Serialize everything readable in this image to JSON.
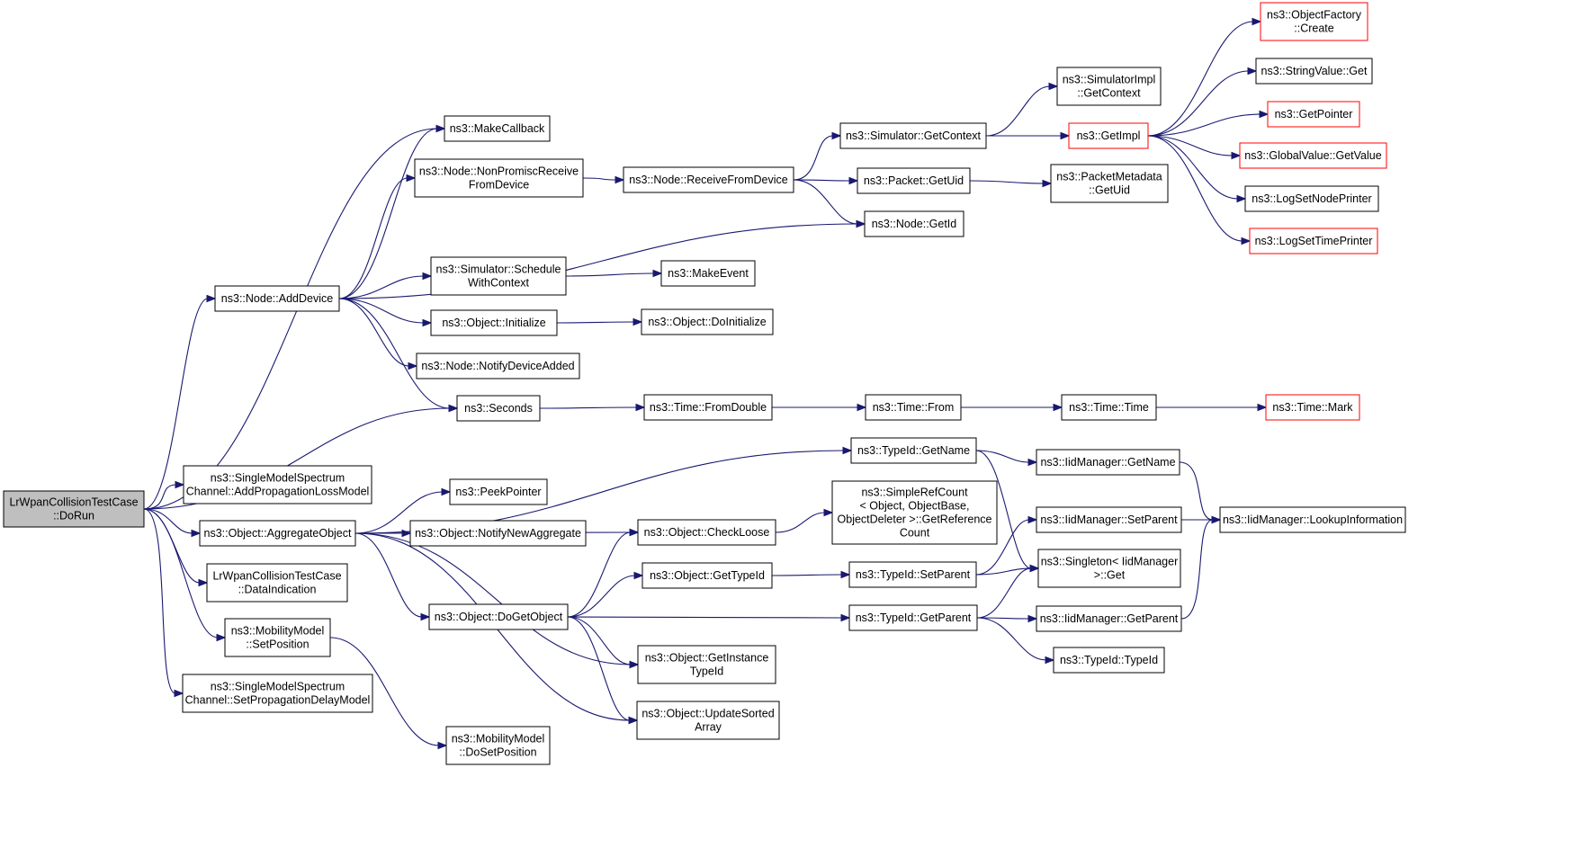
{
  "nodes": [
    {
      "id": "root",
      "lines": [
        "LrWpanCollisionTestCase",
        "::DoRun"
      ],
      "style": "root"
    },
    {
      "id": "makecallback",
      "lines": [
        "ns3::MakeCallback"
      ],
      "style": "normal"
    },
    {
      "id": "nonpromisc",
      "lines": [
        "ns3::Node::NonPromiscReceive",
        "FromDevice"
      ],
      "style": "normal"
    },
    {
      "id": "adddevice",
      "lines": [
        "ns3::Node::AddDevice"
      ],
      "style": "normal"
    },
    {
      "id": "schedwithctx",
      "lines": [
        "ns3::Simulator::Schedule",
        "WithContext"
      ],
      "style": "normal"
    },
    {
      "id": "objinit",
      "lines": [
        "ns3::Object::Initialize"
      ],
      "style": "normal"
    },
    {
      "id": "notifydev",
      "lines": [
        "ns3::Node::NotifyDeviceAdded"
      ],
      "style": "normal"
    },
    {
      "id": "seconds",
      "lines": [
        "ns3::Seconds"
      ],
      "style": "normal"
    },
    {
      "id": "addproploss",
      "lines": [
        "ns3::SingleModelSpectrum",
        "Channel::AddPropagationLossModel"
      ],
      "style": "normal"
    },
    {
      "id": "aggregate",
      "lines": [
        "ns3::Object::AggregateObject"
      ],
      "style": "normal"
    },
    {
      "id": "peekpointer",
      "lines": [
        "ns3::PeekPointer"
      ],
      "style": "normal"
    },
    {
      "id": "notifynewagg",
      "lines": [
        "ns3::Object::NotifyNewAggregate"
      ],
      "style": "normal"
    },
    {
      "id": "dataind",
      "lines": [
        "LrWpanCollisionTestCase",
        "::DataIndication"
      ],
      "style": "normal"
    },
    {
      "id": "setposition",
      "lines": [
        "ns3::MobilityModel",
        "::SetPosition"
      ],
      "style": "normal"
    },
    {
      "id": "setpropdelay",
      "lines": [
        "ns3::SingleModelSpectrum",
        "Channel::SetPropagationDelayModel"
      ],
      "style": "normal"
    },
    {
      "id": "dosetposition",
      "lines": [
        "ns3::MobilityModel",
        "::DoSetPosition"
      ],
      "style": "normal"
    },
    {
      "id": "recvfromdev",
      "lines": [
        "ns3::Node::ReceiveFromDevice"
      ],
      "style": "normal"
    },
    {
      "id": "makeevent",
      "lines": [
        "ns3::MakeEvent"
      ],
      "style": "normal"
    },
    {
      "id": "doinit",
      "lines": [
        "ns3::Object::DoInitialize"
      ],
      "style": "normal"
    },
    {
      "id": "fromdouble",
      "lines": [
        "ns3::Time::FromDouble"
      ],
      "style": "normal"
    },
    {
      "id": "checkloose",
      "lines": [
        "ns3::Object::CheckLoose"
      ],
      "style": "normal"
    },
    {
      "id": "gettypeid",
      "lines": [
        "ns3::Object::GetTypeId"
      ],
      "style": "normal"
    },
    {
      "id": "dogetobject",
      "lines": [
        "ns3::Object::DoGetObject"
      ],
      "style": "normal"
    },
    {
      "id": "getinsttypeid",
      "lines": [
        "ns3::Object::GetInstance",
        "TypeId"
      ],
      "style": "normal"
    },
    {
      "id": "updatesorted",
      "lines": [
        "ns3::Object::UpdateSorted",
        "Array"
      ],
      "style": "normal"
    },
    {
      "id": "simgetctx",
      "lines": [
        "ns3::Simulator::GetContext"
      ],
      "style": "normal"
    },
    {
      "id": "packetuid",
      "lines": [
        "ns3::Packet::GetUid"
      ],
      "style": "normal"
    },
    {
      "id": "nodegetid",
      "lines": [
        "ns3::Node::GetId"
      ],
      "style": "normal"
    },
    {
      "id": "timefrom",
      "lines": [
        "ns3::Time::From"
      ],
      "style": "normal"
    },
    {
      "id": "typeidgetname",
      "lines": [
        "ns3::TypeId::GetName"
      ],
      "style": "normal"
    },
    {
      "id": "simplerefcount",
      "lines": [
        "ns3::SimpleRefCount",
        "< Object, ObjectBase,",
        "ObjectDeleter >::GetReference",
        "Count"
      ],
      "style": "normal"
    },
    {
      "id": "typeidsetparent",
      "lines": [
        "ns3::TypeId::SetParent"
      ],
      "style": "normal"
    },
    {
      "id": "typeidgetparent",
      "lines": [
        "ns3::TypeId::GetParent"
      ],
      "style": "normal"
    },
    {
      "id": "simimplctx",
      "lines": [
        "ns3::SimulatorImpl",
        "::GetContext"
      ],
      "style": "normal"
    },
    {
      "id": "getimpl",
      "lines": [
        "ns3::GetImpl"
      ],
      "style": "red"
    },
    {
      "id": "pktmeta",
      "lines": [
        "ns3::PacketMetadata",
        "::GetUid"
      ],
      "style": "normal"
    },
    {
      "id": "timetime",
      "lines": [
        "ns3::Time::Time"
      ],
      "style": "normal"
    },
    {
      "id": "iidgetname",
      "lines": [
        "ns3::IidManager::GetName"
      ],
      "style": "normal"
    },
    {
      "id": "iidsetparent",
      "lines": [
        "ns3::IidManager::SetParent"
      ],
      "style": "normal"
    },
    {
      "id": "singletonget",
      "lines": [
        "ns3::Singleton< IidManager",
        ">::Get"
      ],
      "style": "normal"
    },
    {
      "id": "iidgetparent",
      "lines": [
        "ns3::IidManager::GetParent"
      ],
      "style": "normal"
    },
    {
      "id": "typeidtypeid",
      "lines": [
        "ns3::TypeId::TypeId"
      ],
      "style": "normal"
    },
    {
      "id": "objfactory",
      "lines": [
        "ns3::ObjectFactory",
        "::Create"
      ],
      "style": "red"
    },
    {
      "id": "stringvalue",
      "lines": [
        "ns3::StringValue::Get"
      ],
      "style": "normal"
    },
    {
      "id": "getpointer",
      "lines": [
        "ns3::GetPointer"
      ],
      "style": "red"
    },
    {
      "id": "globalvalue",
      "lines": [
        "ns3::GlobalValue::GetValue"
      ],
      "style": "red"
    },
    {
      "id": "lognodeprinter",
      "lines": [
        "ns3::LogSetNodePrinter"
      ],
      "style": "normal"
    },
    {
      "id": "logtimeprinter",
      "lines": [
        "ns3::LogSetTimePrinter"
      ],
      "style": "red"
    },
    {
      "id": "timemark",
      "lines": [
        "ns3::Time::Mark"
      ],
      "style": "red"
    },
    {
      "id": "iidlookup",
      "lines": [
        "ns3::IidManager::LookupInformation"
      ],
      "style": "normal"
    }
  ],
  "edges": [
    [
      "root",
      "makecallback"
    ],
    [
      "root",
      "adddevice"
    ],
    [
      "root",
      "seconds"
    ],
    [
      "root",
      "addproploss"
    ],
    [
      "root",
      "aggregate"
    ],
    [
      "root",
      "dataind"
    ],
    [
      "root",
      "setposition"
    ],
    [
      "root",
      "setpropdelay"
    ],
    [
      "adddevice",
      "makecallback"
    ],
    [
      "adddevice",
      "nonpromisc"
    ],
    [
      "adddevice",
      "schedwithctx"
    ],
    [
      "adddevice",
      "objinit"
    ],
    [
      "adddevice",
      "notifydev"
    ],
    [
      "adddevice",
      "seconds"
    ],
    [
      "adddevice",
      "nodegetid"
    ],
    [
      "nonpromisc",
      "recvfromdev"
    ],
    [
      "recvfromdev",
      "simgetctx"
    ],
    [
      "recvfromdev",
      "packetuid"
    ],
    [
      "recvfromdev",
      "nodegetid"
    ],
    [
      "simgetctx",
      "simimplctx"
    ],
    [
      "simgetctx",
      "getimpl"
    ],
    [
      "packetuid",
      "pktmeta"
    ],
    [
      "getimpl",
      "objfactory"
    ],
    [
      "getimpl",
      "stringvalue"
    ],
    [
      "getimpl",
      "getpointer"
    ],
    [
      "getimpl",
      "globalvalue"
    ],
    [
      "getimpl",
      "lognodeprinter"
    ],
    [
      "getimpl",
      "logtimeprinter"
    ],
    [
      "schedwithctx",
      "makeevent"
    ],
    [
      "objinit",
      "doinit"
    ],
    [
      "seconds",
      "fromdouble"
    ],
    [
      "fromdouble",
      "timefrom"
    ],
    [
      "timefrom",
      "timetime"
    ],
    [
      "timetime",
      "timemark"
    ],
    [
      "aggregate",
      "typeidgetname"
    ],
    [
      "aggregate",
      "peekpointer"
    ],
    [
      "aggregate",
      "notifynewagg"
    ],
    [
      "aggregate",
      "checkloose"
    ],
    [
      "aggregate",
      "dogetobject"
    ],
    [
      "aggregate",
      "getinsttypeid"
    ],
    [
      "aggregate",
      "updatesorted"
    ],
    [
      "setposition",
      "dosetposition"
    ],
    [
      "dogetobject",
      "checkloose"
    ],
    [
      "dogetobject",
      "gettypeid"
    ],
    [
      "dogetobject",
      "typeidgetparent"
    ],
    [
      "dogetobject",
      "getinsttypeid"
    ],
    [
      "dogetobject",
      "updatesorted"
    ],
    [
      "checkloose",
      "simplerefcount"
    ],
    [
      "gettypeid",
      "typeidsetparent"
    ],
    [
      "typeidgetname",
      "iidgetname"
    ],
    [
      "typeidgetname",
      "singletonget"
    ],
    [
      "typeidsetparent",
      "iidsetparent"
    ],
    [
      "typeidsetparent",
      "singletonget"
    ],
    [
      "typeidgetparent",
      "singletonget"
    ],
    [
      "typeidgetparent",
      "iidgetparent"
    ],
    [
      "typeidgetparent",
      "typeidtypeid"
    ],
    [
      "iidgetname",
      "iidlookup"
    ],
    [
      "iidsetparent",
      "iidlookup"
    ],
    [
      "iidgetparent",
      "iidlookup"
    ]
  ]
}
